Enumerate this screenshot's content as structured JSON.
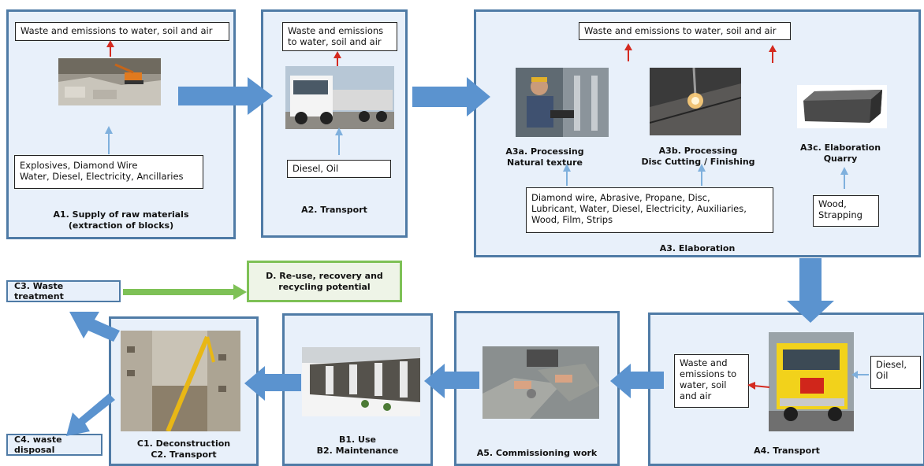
{
  "colors": {
    "panel_border": "#4f7ba6",
    "panel_fill": "#e8f0fa",
    "flow_arrow": "#5b93cf",
    "input_arrow": "#7fb0dd",
    "output_arrow": "#d42a20",
    "recovery_border": "#7ec156"
  },
  "a1": {
    "waste": "Waste and emissions to water, soil and air",
    "inputs": "Explosives, Diamond Wire\nWater, Diesel, Electricity, Ancillaries",
    "caption": "A1. Supply of raw materials\n(extraction of blocks)"
  },
  "a2": {
    "waste": "Waste and emissions\nto water, soil and air",
    "inputs": "Diesel, Oil",
    "caption": "A2. Transport"
  },
  "a3": {
    "waste": "Waste and emissions to water, soil and air",
    "a3a": "A3a. Processing\nNatural texture",
    "a3b": "A3b. Processing\nDisc Cutting / Finishing",
    "a3c": "A3c. Elaboration\nQuarry",
    "inputs_ab": "Diamond wire, Abrasive, Propane, Disc,\nLubricant, Water, Diesel, Electricity, Auxiliaries,\nWood, Film, Strips",
    "inputs_c": "Wood,\nStrapping",
    "caption": "A3. Elaboration"
  },
  "a4": {
    "waste": "Waste and\nemissions to\nwater, soil\nand air",
    "inputs": "Diesel,\nOil",
    "caption": "A4. Transport"
  },
  "a5": {
    "caption": "A5. Commissioning work"
  },
  "b": {
    "caption": "B1. Use\nB2. Maintenance"
  },
  "c": {
    "caption": "C1. Deconstruction\nC2. Transport",
    "c3": "C3. Waste treatment",
    "c4": "C4. waste disposal"
  },
  "d": {
    "label": "D. Re-use, recovery and\nrecycling potential"
  },
  "icons": {
    "a1_photo": "quarry-excavator-photo",
    "a2_photo": "truck-photo",
    "a3a_photo": "worker-processing-photo",
    "a3b_photo": "disc-cutting-sparks-photo",
    "a3c_photo": "stone-block-photo",
    "a4_photo": "yellow-truck-photo",
    "a5_photo": "paving-installation-photo",
    "b_photo": "stone-wall-garden-photo",
    "c_photo": "demolition-crane-photo"
  }
}
